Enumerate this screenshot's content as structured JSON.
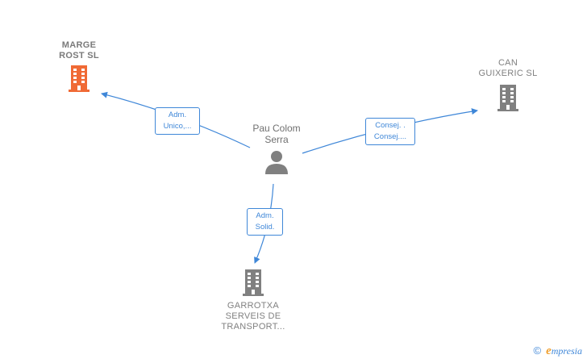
{
  "center": {
    "name_line1": "Pau Colom",
    "name_line2": "Serra"
  },
  "companies": {
    "marge": {
      "line1": "MARGE",
      "line2": "ROST  SL",
      "color": "#f06a35"
    },
    "can": {
      "line1": "CAN",
      "line2": "GUIXERIC  SL",
      "color": "#808080"
    },
    "garrotxa": {
      "line1": "GARROTXA",
      "line2": "SERVEIS DE",
      "line3": "TRANSPORT...",
      "color": "#808080"
    }
  },
  "relations": {
    "marge": {
      "line1": "Adm.",
      "line2": "Unico,..."
    },
    "can": {
      "line1": "Consej. .",
      "line2": "Consej...."
    },
    "garrotxa": {
      "line1": "Adm.",
      "line2": "Solid."
    }
  },
  "brand": {
    "symbol": "©",
    "initial": "e",
    "rest": "mpresia"
  },
  "colors": {
    "edge": "#3f87d8",
    "person": "#808080"
  }
}
